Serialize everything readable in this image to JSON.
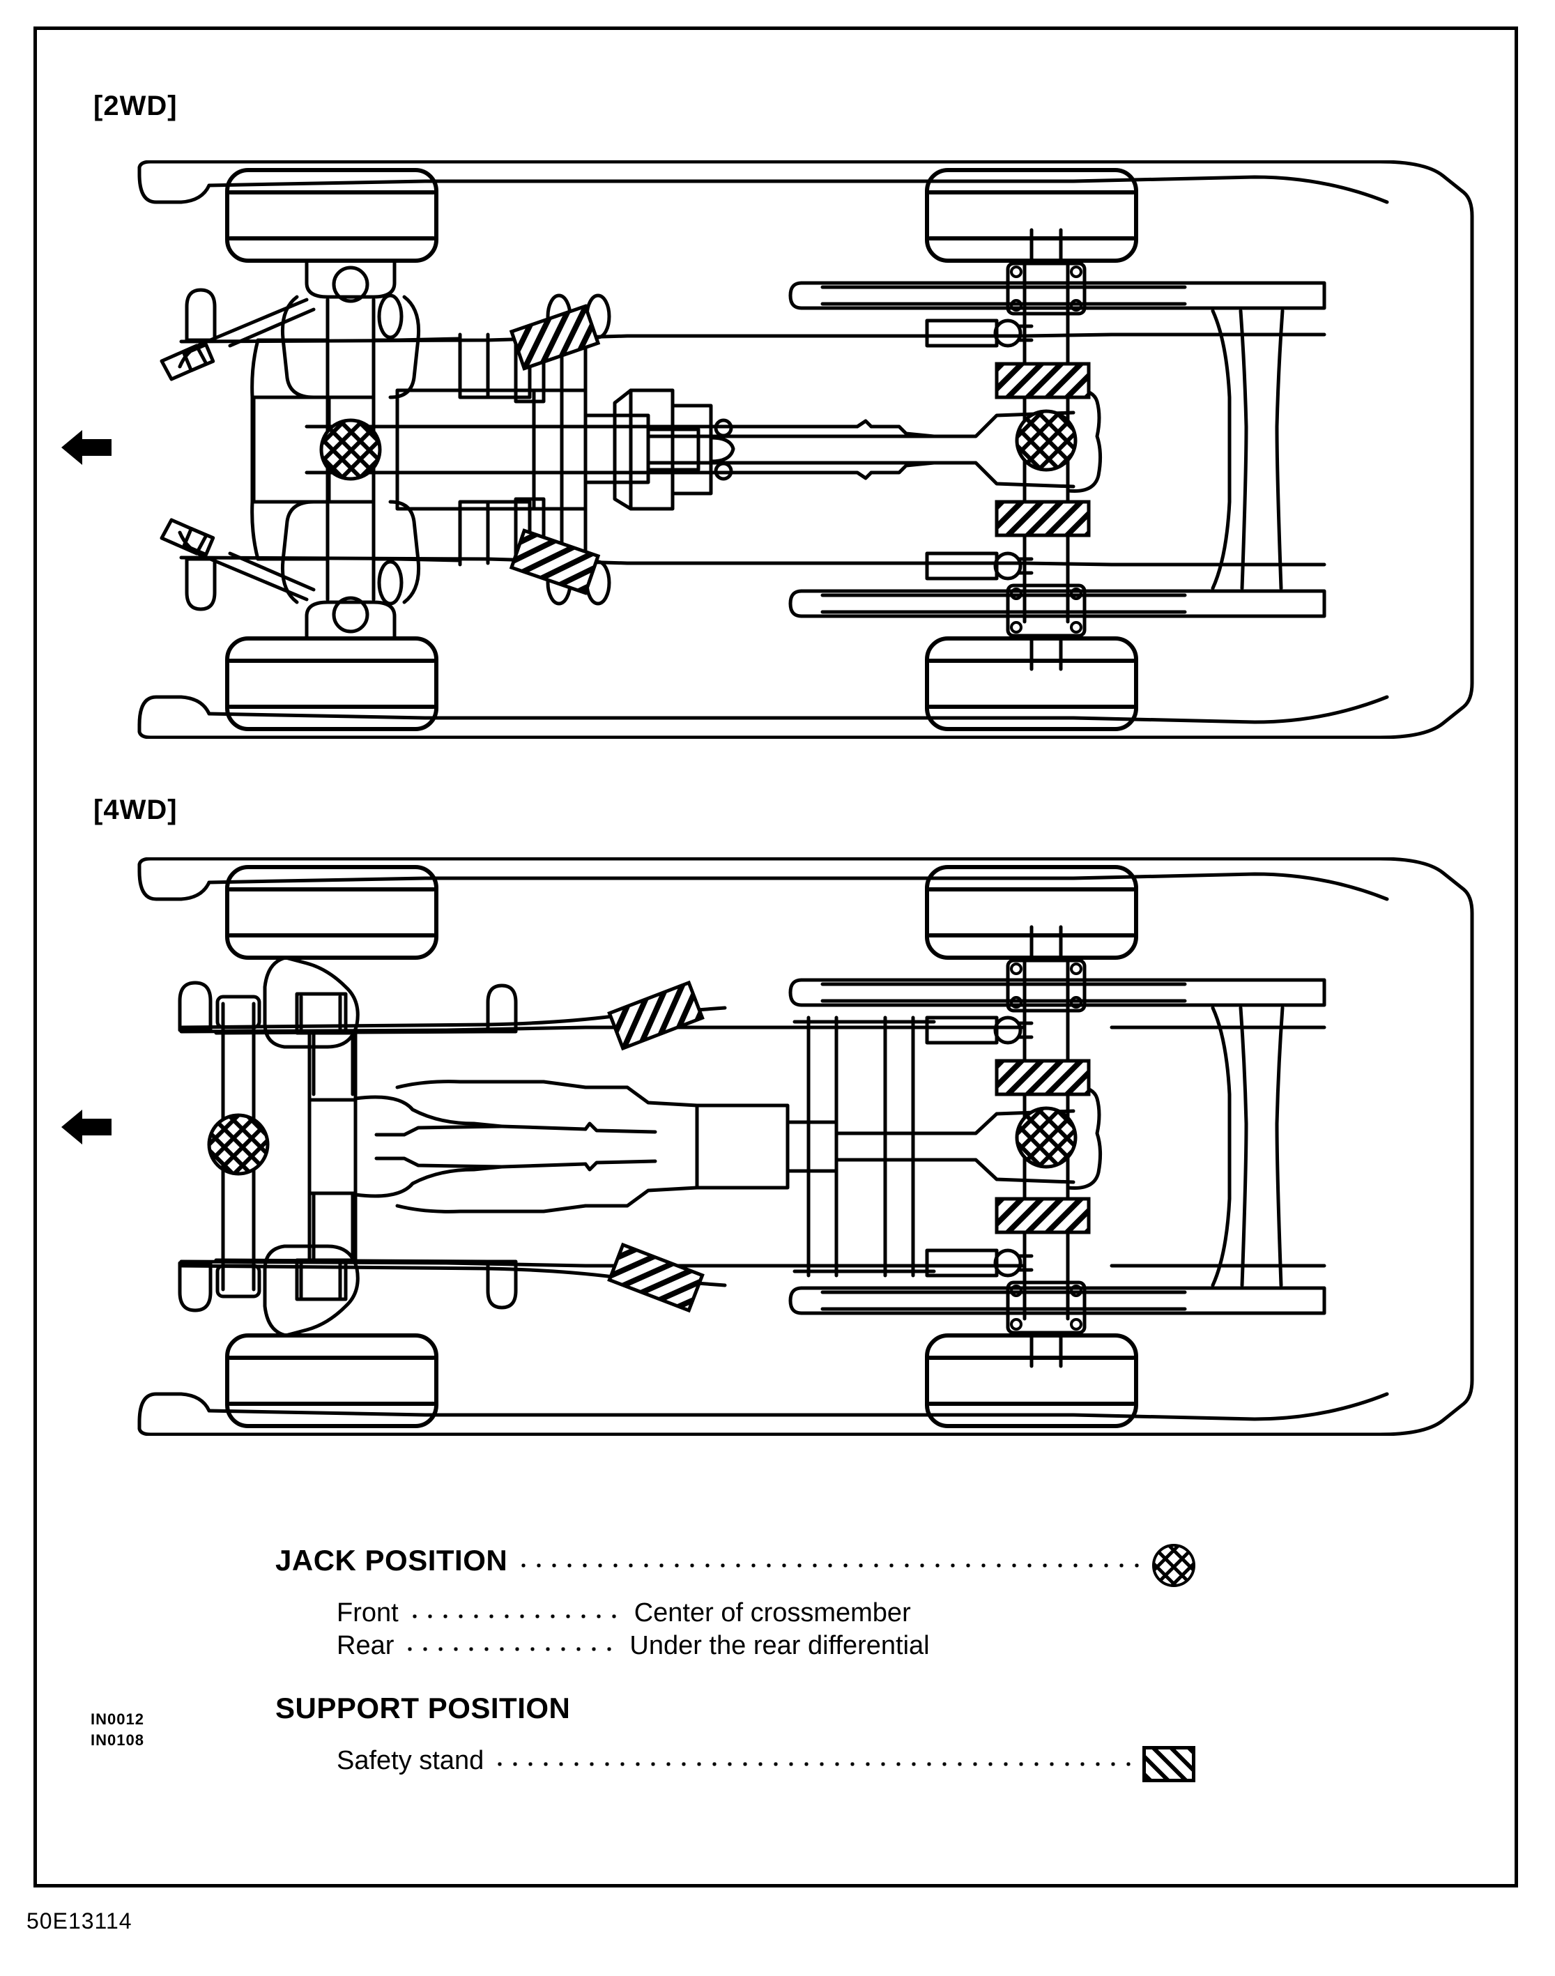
{
  "page": {
    "code": "50E13114",
    "reference_codes": [
      "IN0012",
      "IN0108"
    ]
  },
  "sections": [
    {
      "id": "2wd",
      "label": "[2WD]",
      "arrow": "left-arrow-front-direction"
    },
    {
      "id": "4wd",
      "label": "[4WD]",
      "arrow": "left-arrow-front-direction"
    }
  ],
  "legend": {
    "jack_position": {
      "title": "JACK POSITION",
      "symbol": "crosshatched-circle",
      "items": [
        {
          "label": "Front",
          "value": "Center of crossmember"
        },
        {
          "label": "Rear",
          "value": "Under the rear differential"
        }
      ]
    },
    "support_position": {
      "title": "SUPPORT POSITION",
      "items": [
        {
          "label": "Safety stand",
          "symbol": "diagonal-hatched-rectangle"
        }
      ]
    }
  },
  "diagram": {
    "type": "underbody-view",
    "description": "Vehicle underbody plan view showing jack points and safety stand support points",
    "markers": {
      "jack_points_per_vehicle": 2,
      "safety_stand_points_per_vehicle": 4
    }
  }
}
